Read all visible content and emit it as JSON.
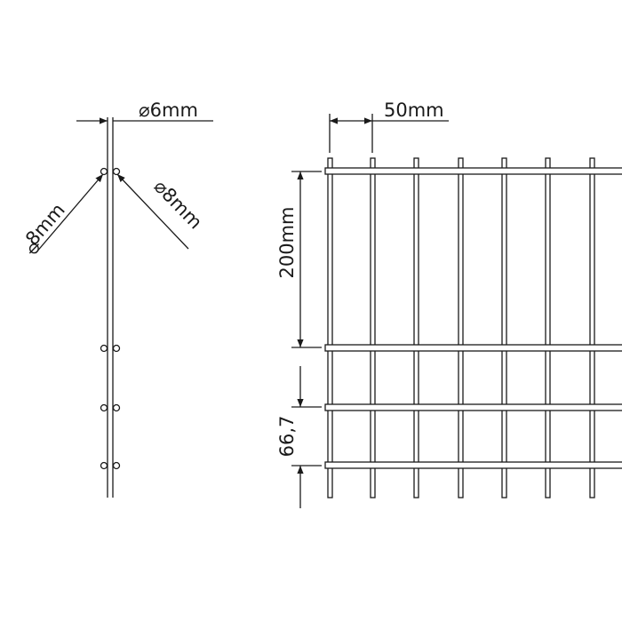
{
  "dimensions": {
    "wire_side": "6mm",
    "wire_left": "8mm",
    "wire_right": "8mm",
    "mesh_width": "50mm",
    "mesh_height_large": "200mm",
    "mesh_height_small": "66,7",
    "diameter_symbol": "⌀"
  },
  "colors": {
    "line": "#1a1a1a",
    "background": "#ffffff"
  }
}
